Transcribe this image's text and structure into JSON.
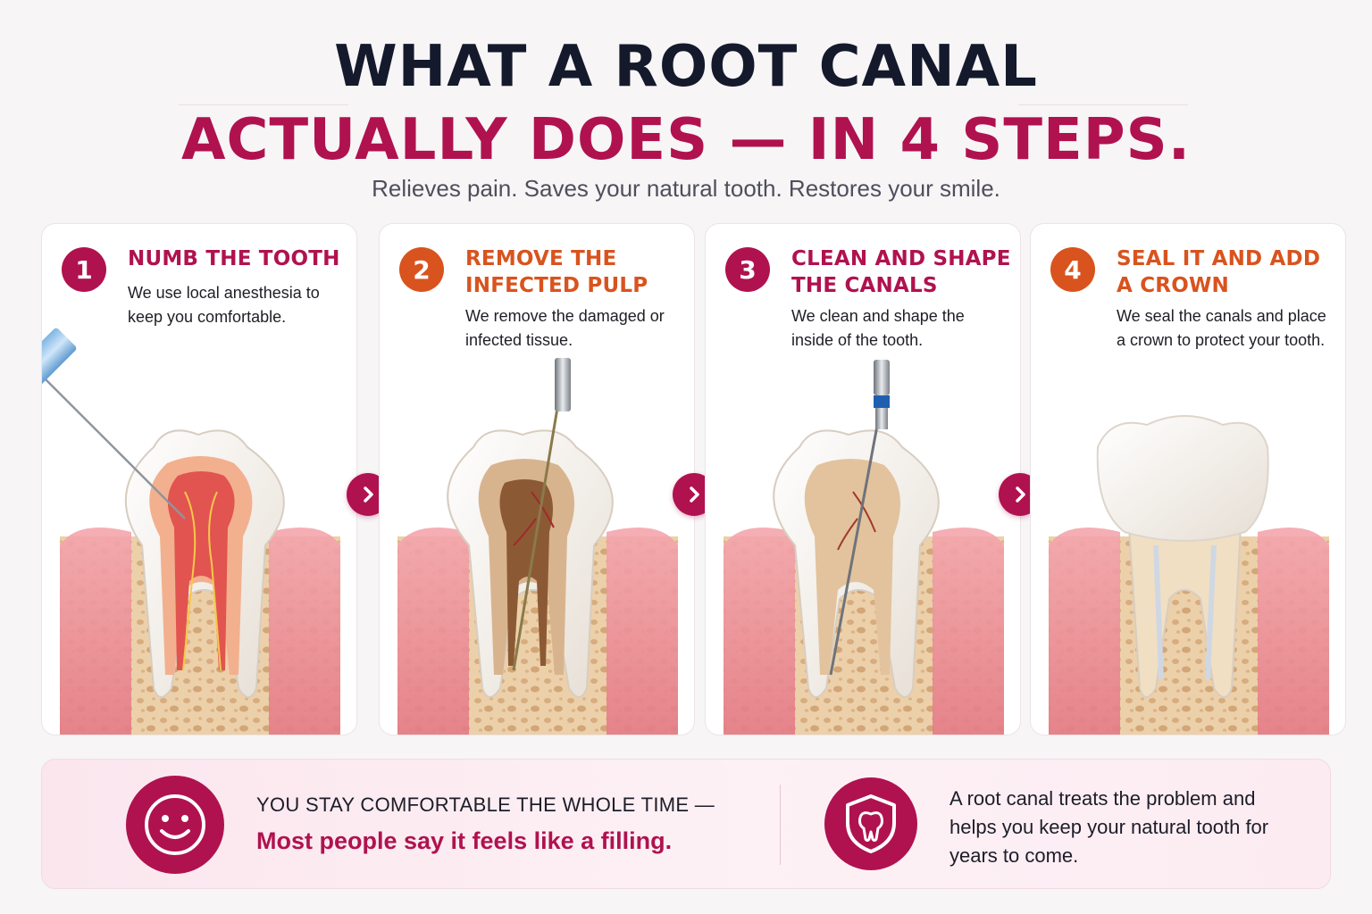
{
  "header": {
    "title_line1": "WHAT A ROOT CANAL",
    "title_line2": "ACTUALLY DOES — IN 4 STEPS.",
    "subtitle": "Relieves pain. Saves your natural tooth. Restores your smile."
  },
  "steps": [
    {
      "number": "1",
      "title": "NUMB THE TOOTH",
      "description": "We use local anesthesia to keep you comfortable.",
      "color": "#b0124f",
      "title_color": "#b0124f"
    },
    {
      "number": "2",
      "title": "REMOVE THE INFECTED PULP",
      "description": "We remove the damaged or infected tissue.",
      "color": "#d9531e",
      "title_color": "#d9531e"
    },
    {
      "number": "3",
      "title": "CLEAN AND SHAPE THE CANALS",
      "description": "We clean and shape the inside of the tooth.",
      "color": "#b0124f",
      "title_color": "#b0124f"
    },
    {
      "number": "4",
      "title": "SEAL IT AND ADD A CROWN",
      "description": "We seal the canals and place a crown to protect your tooth.",
      "color": "#d9531e",
      "title_color": "#d9531e"
    }
  ],
  "arrows": [
    {
      "icon": "chevron-right-icon"
    },
    {
      "icon": "chevron-right-icon"
    },
    {
      "icon": "chevron-right-icon"
    }
  ],
  "bottom": {
    "left_icon": "smile-icon",
    "comfort_heading": "YOU STAY COMFORTABLE THE WHOLE TIME —",
    "comfort_highlight": "Most people say it feels like a filling.",
    "right_icon": "shield-tooth-icon",
    "benefit_text": "A root canal treats the problem and helps you keep your natural tooth for years to come."
  },
  "colors": {
    "brand": "#b0124f",
    "accent": "#d9531e",
    "navy": "#141a2c"
  }
}
